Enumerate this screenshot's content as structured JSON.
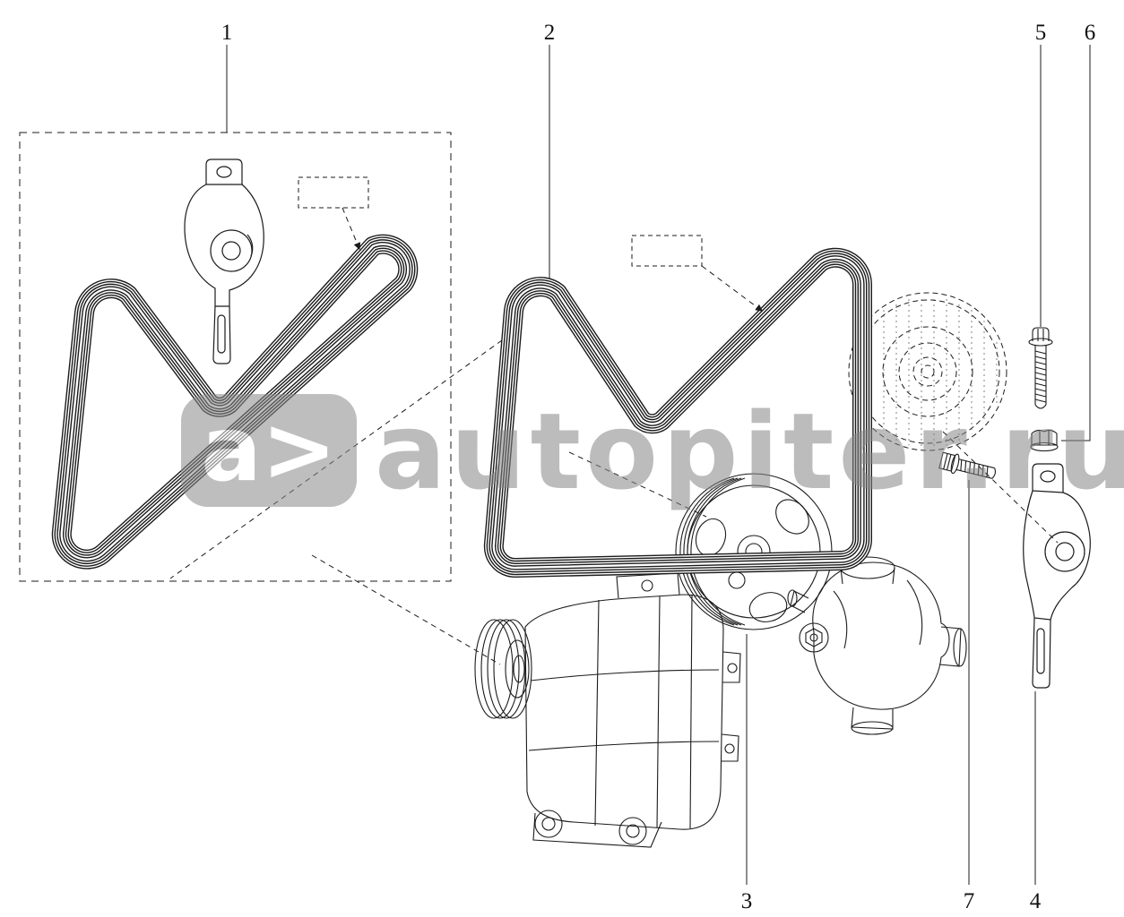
{
  "diagram": {
    "callouts": [
      {
        "number": "1"
      },
      {
        "number": "2"
      },
      {
        "number": "3"
      },
      {
        "number": "4"
      },
      {
        "number": "5"
      },
      {
        "number": "6"
      },
      {
        "number": "7"
      }
    ],
    "watermark": {
      "logo": "a>",
      "text": "autopiter.ru"
    }
  }
}
